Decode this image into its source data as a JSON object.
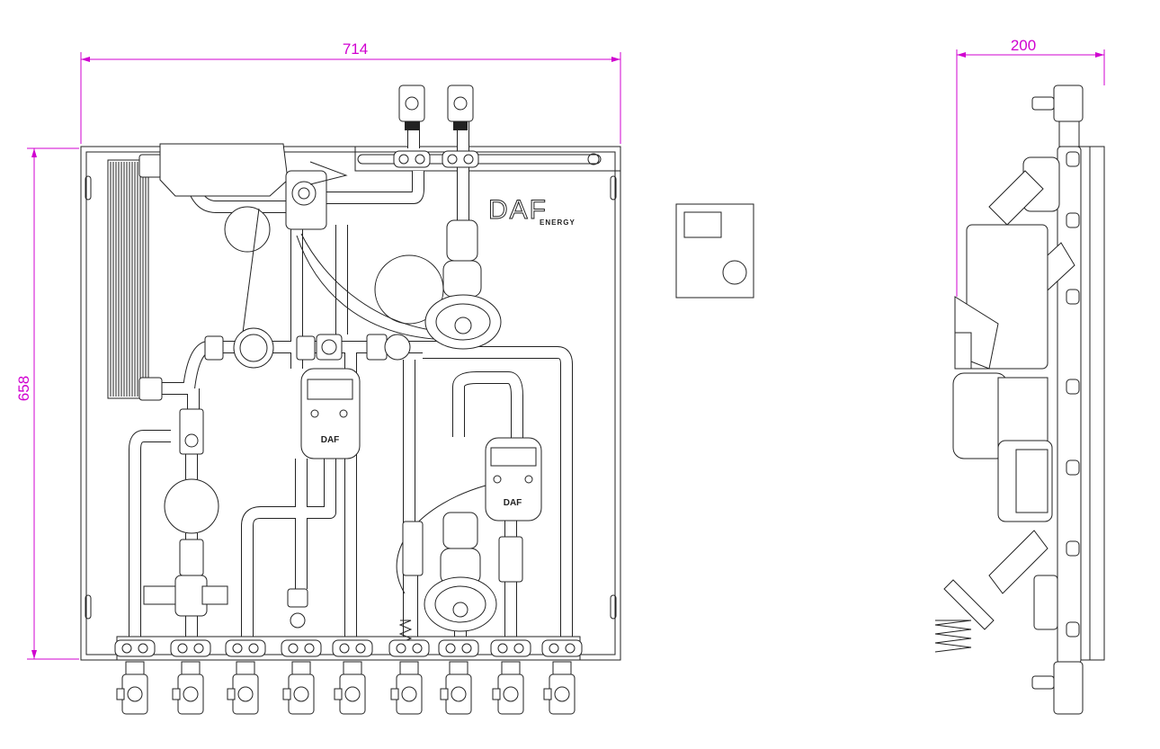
{
  "dimensions": {
    "width_front": "714",
    "height_front": "658",
    "depth_side": "200"
  },
  "logo": {
    "brand": "DAF",
    "sub": "ENERGY"
  },
  "pumps": [
    {
      "label": "DAF"
    },
    {
      "label": "DAF"
    }
  ],
  "colors": {
    "dimension": "#d000d0",
    "line": "#222222"
  }
}
